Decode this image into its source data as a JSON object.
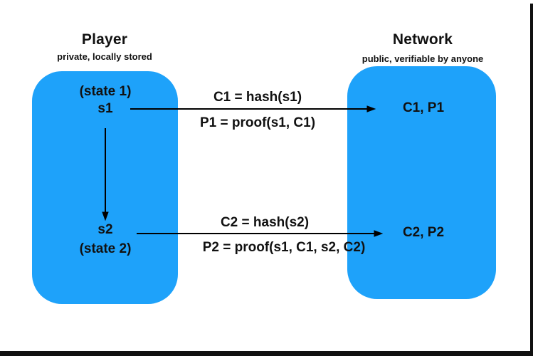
{
  "player": {
    "title": "Player",
    "subtitle": "private, locally stored",
    "state1_label": "(state 1)",
    "s1_label": "s1",
    "s2_label": "s2",
    "state2_label": "(state 2)"
  },
  "network": {
    "title": "Network",
    "subtitle": "public, verifiable by anyone",
    "entry1": "C1, P1",
    "entry2": "C2, P2"
  },
  "arrows": {
    "msg1_top_label": "C1 = hash(s1)",
    "msg1_bottom_label": "P1 = proof(s1, C1)",
    "msg2_top_label": "C2 = hash(s2)",
    "msg2_bottom_label": "P2 = proof(s1, C1, s2, C2)"
  },
  "colors": {
    "box_blue": "#1EA2FA",
    "text_black": "#111111",
    "arrow_black": "#000000",
    "background": "#FFFFFF"
  }
}
